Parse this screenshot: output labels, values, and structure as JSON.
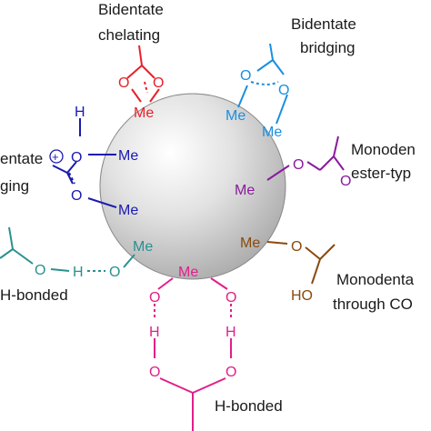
{
  "labels": {
    "bidentate_chelating": [
      "Bidentate",
      "chelating"
    ],
    "bidentate_bridging": [
      "Bidentate",
      "bridging"
    ],
    "monodentate_ester": [
      "Monoden",
      "ester-typ"
    ],
    "monodentate_co": [
      "Monodenta",
      "through CO"
    ],
    "left_bridging": [
      "entate",
      "ging"
    ],
    "h_bonded_left": "H-bonded",
    "h_bonded_bottom": "H-bonded"
  },
  "atoms": {
    "me": "Me",
    "o": "O",
    "h": "H",
    "ho": "HO",
    "plus": "+"
  },
  "colors": {
    "chelating": "#e8202a",
    "bridging": "#1a8fe0",
    "ester": "#8a1a9e",
    "through_co": "#8a4a0c",
    "left_bridging": "#1a1ab0",
    "h_bonded_left": "#2a9090",
    "h_bonded_bottom": "#e0208a"
  }
}
